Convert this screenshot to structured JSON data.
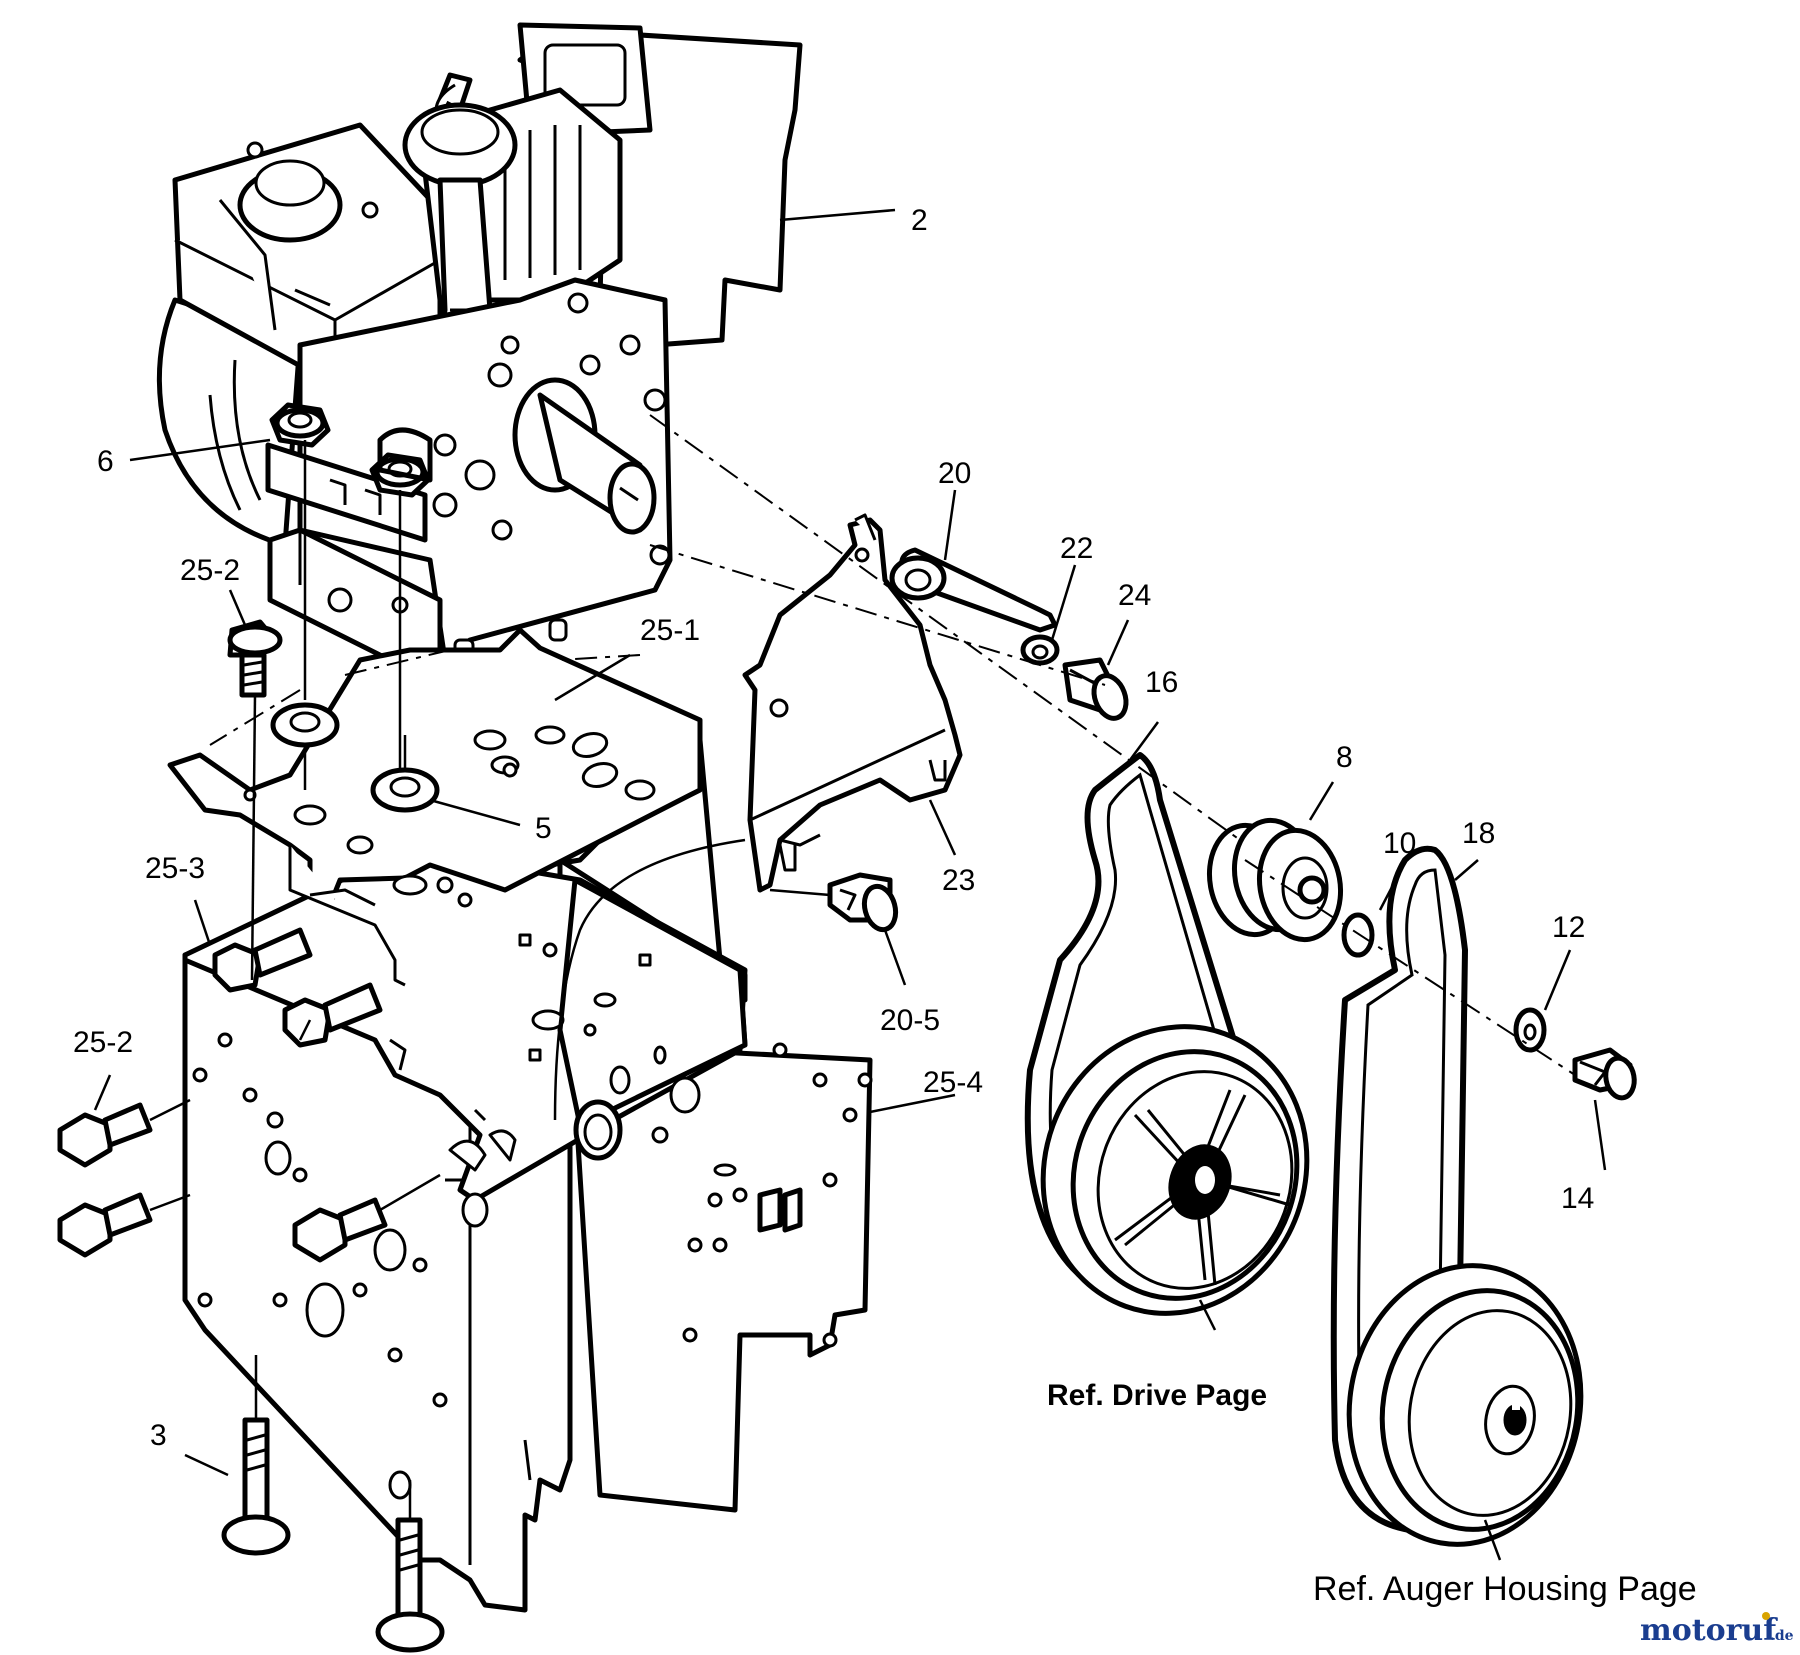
{
  "callouts": {
    "c2": "2",
    "c6": "6",
    "c20": "20",
    "c22": "22",
    "c24": "24",
    "c16": "16",
    "c25_2_top": "25-2",
    "c25_1": "25-1",
    "c8": "8",
    "c5": "5",
    "c23": "23",
    "c10": "10",
    "c18": "18",
    "c25_3": "25-3",
    "c12": "12",
    "c20_5": "20-5",
    "c25_2_mid": "25-2",
    "c25_4": "25-4",
    "c14": "14",
    "c3": "3"
  },
  "references": {
    "drive_page": "Ref. Drive Page",
    "auger_page": "Ref. Auger Housing Page"
  },
  "watermark": {
    "brand": "motoruf",
    "domain": ".de",
    "colors": {
      "primary": "#1a3d8f",
      "accent": "#d9a400"
    }
  }
}
